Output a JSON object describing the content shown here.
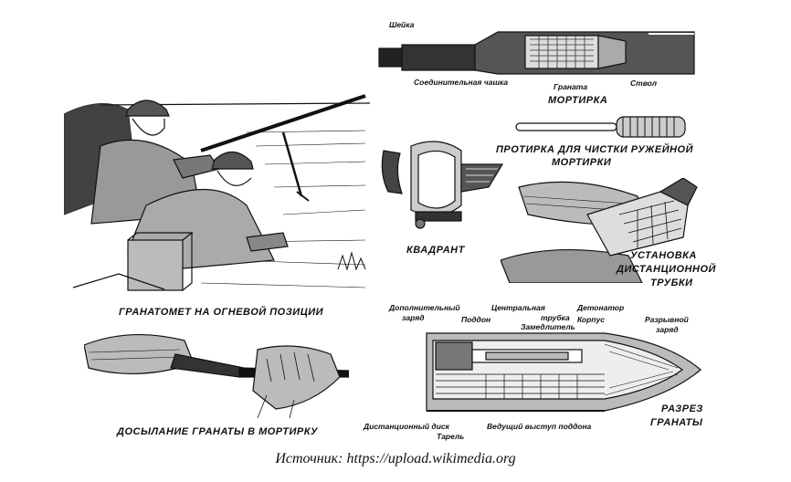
{
  "figures": {
    "grenade_launcher_position": {
      "caption": "ГРАНАТОМЕТ НА ОГНЕВОЙ ПОЗИЦИИ"
    },
    "mortar": {
      "caption": "МОРТИРКА",
      "labels": {
        "sheika": "Шейка",
        "cup": "Соединительная чашка",
        "grenade": "Граната",
        "barrel": "Ствол"
      }
    },
    "cleaning_rod": {
      "caption_line1": "ПРОТИРКА ДЛЯ ЧИСТКИ РУЖЕЙНОЙ",
      "caption_line2": "МОРТИРКИ"
    },
    "quadrant": {
      "caption": "КВАДРАНТ"
    },
    "timer_setting": {
      "caption_line1": "УСТАНОВКА",
      "caption_line2": "ДИСТАНЦИОННОЙ",
      "caption_line3": "ТРУБКИ"
    },
    "loading": {
      "caption": "ДОСЫЛАНИЕ ГРАНАТЫ В МОРТИРКУ"
    },
    "cutaway": {
      "caption_line1": "РАЗРЕЗ",
      "caption_line2": "ГРАНАТЫ",
      "labels": {
        "extra_charge_1": "Дополнительный",
        "extra_charge_2": "заряд",
        "tray": "Поддон",
        "central_tube_1": "Центральная",
        "central_tube_2": "трубка",
        "delay": "Замедлитель",
        "detonator": "Детонатор",
        "body": "Корпус",
        "burst_charge_1": "Разрывной",
        "burst_charge_2": "заряд",
        "distance_disk": "Дистанционный диск",
        "plate": "Тарель",
        "driving_band": "Ведущий выступ поддона"
      }
    }
  },
  "source_line": "Источник: https://upload.wikimedia.org"
}
